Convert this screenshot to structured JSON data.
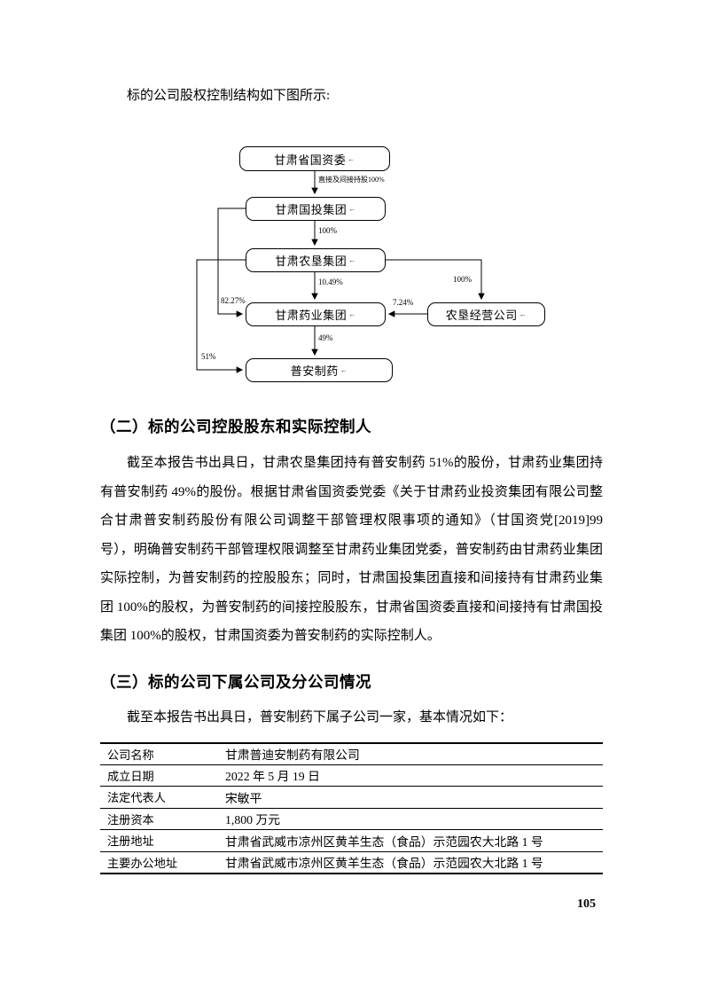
{
  "page": {
    "number": "105"
  },
  "intro": {
    "text": "标的公司股权控制结构如下图所示:"
  },
  "diagram": {
    "paragraph_mark": "←",
    "nodes": {
      "guoziwei": "甘肃省国资委",
      "guotou": "甘肃国投集团",
      "nongken": "甘肃农垦集团",
      "yaoye": "甘肃药业集团",
      "jingying": "农垦经营公司",
      "puan": "普安制药"
    },
    "edges": {
      "guoziwei_guotou": "直接及间接持股100%",
      "guotou_nongken": "100%",
      "nongken_yaoye": "10.49%",
      "yaoye_puan": "49%",
      "guotou_yaoye": "82.27%",
      "nongken_puan": "51%",
      "jingying_yaoye": "7.24%",
      "nongken_jingying": "100%"
    }
  },
  "section_two": {
    "heading": "（二）标的公司控股股东和实际控制人",
    "body": "截至本报告书出具日，甘肃农垦集团持有普安制药 51%的股份，甘肃药业集团持有普安制药 49%的股份。根据甘肃省国资委党委《关于甘肃药业投资集团有限公司整合甘肃普安制药股份有限公司调整干部管理权限事项的通知》（甘国资党[2019]99 号），明确普安制药干部管理权限调整至甘肃药业集团党委，普安制药由甘肃药业集团实际控制，为普安制药的控股股东；同时，甘肃国投集团直接和间接持有甘肃药业集团 100%的股权，为普安制药的间接控股股东，甘肃省国资委直接和间接持有甘肃国投集团 100%的股权，甘肃国资委为普安制药的实际控制人。"
  },
  "section_three": {
    "heading": "（三）标的公司下属公司及分公司情况",
    "intro": "截至本报告书出具日，普安制药下属子公司一家，基本情况如下：",
    "table_rows": [
      {
        "label": "公司名称",
        "value": "甘肃普迪安制药有限公司"
      },
      {
        "label": "成立日期",
        "value": "2022 年 5 月 19 日"
      },
      {
        "label": "法定代表人",
        "value": "宋敏平"
      },
      {
        "label": "注册资本",
        "value": "1,800 万元"
      },
      {
        "label": "注册地址",
        "value": "甘肃省武威市凉州区黄羊生态（食品）示范园农大北路 1 号"
      },
      {
        "label": "主要办公地址",
        "value": "甘肃省武威市凉州区黄羊生态（食品）示范园农大北路 1 号"
      }
    ]
  }
}
